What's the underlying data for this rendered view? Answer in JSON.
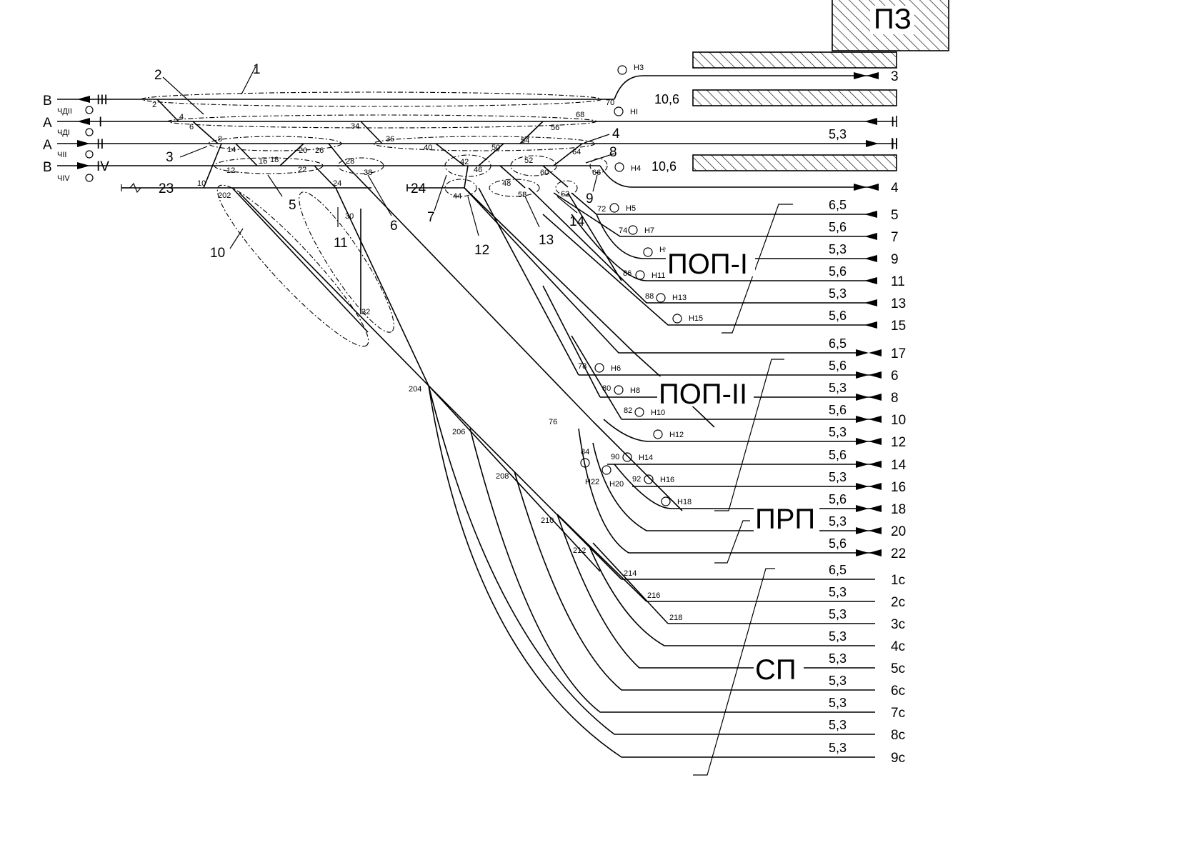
{
  "areas": {
    "pz": "ПЗ",
    "pop1": "ПОП-I",
    "pop2": "ПОП-II",
    "prp": "ПРП",
    "sp": "СП"
  },
  "directions": [
    "В",
    "А",
    "А",
    "В"
  ],
  "main_tracks": [
    "III",
    "I",
    "II",
    "IV"
  ],
  "entry_signals": [
    "ЧДII",
    "ЧДI",
    "ЧII",
    "ЧIV"
  ],
  "dead_end_tracks": [
    "23",
    "24"
  ],
  "zones": [
    "1",
    "2",
    "3",
    "4",
    "5",
    "6",
    "7",
    "8",
    "9",
    "10",
    "11",
    "12",
    "13",
    "14"
  ],
  "platform_lengths": [
    "10,6",
    "10,6"
  ],
  "switches": [
    "2",
    "4",
    "6",
    "8",
    "10",
    "12",
    "14",
    "16",
    "18",
    "20",
    "22",
    "24",
    "26",
    "28",
    "30",
    "32",
    "34",
    "36",
    "38",
    "40",
    "42",
    "44",
    "46",
    "48",
    "50",
    "52",
    "54",
    "56",
    "58",
    "60",
    "62",
    "64",
    "66",
    "68",
    "70",
    "72",
    "74",
    "76",
    "78",
    "80",
    "82",
    "84",
    "86",
    "88",
    "90",
    "92",
    "202",
    "204",
    "206",
    "208",
    "210",
    "212",
    "214",
    "216",
    "218"
  ],
  "signals": [
    "Н3",
    "НI",
    "Н4",
    "Н5",
    "Н7",
    "Н9",
    "Н11",
    "Н13",
    "Н15",
    "Н6",
    "Н8",
    "Н10",
    "Н12",
    "Н14",
    "Н16",
    "Н18",
    "Н20",
    "Н22"
  ],
  "tracks": [
    {
      "number": "3",
      "value": ""
    },
    {
      "number": "I",
      "value": ""
    },
    {
      "number": "II",
      "value": "5,3"
    },
    {
      "number": "4",
      "value": ""
    },
    {
      "number": "5",
      "value": "6,5"
    },
    {
      "number": "7",
      "value": "5,6"
    },
    {
      "number": "9",
      "value": "5,3"
    },
    {
      "number": "11",
      "value": "5,6"
    },
    {
      "number": "13",
      "value": "5,3"
    },
    {
      "number": "15",
      "value": "5,6"
    },
    {
      "number": "17",
      "value": "6,5"
    },
    {
      "number": "6",
      "value": "5,6"
    },
    {
      "number": "8",
      "value": "5,3"
    },
    {
      "number": "10",
      "value": "5,6"
    },
    {
      "number": "12",
      "value": "5,3"
    },
    {
      "number": "14",
      "value": "5,6"
    },
    {
      "number": "16",
      "value": "5,3"
    },
    {
      "number": "18",
      "value": "5,6"
    },
    {
      "number": "20",
      "value": "5,3"
    },
    {
      "number": "22",
      "value": "5,6"
    },
    {
      "number": "1с",
      "value": "6,5"
    },
    {
      "number": "2с",
      "value": "5,3"
    },
    {
      "number": "3с",
      "value": "5,3"
    },
    {
      "number": "4с",
      "value": "5,3"
    },
    {
      "number": "5с",
      "value": "5,3"
    },
    {
      "number": "6с",
      "value": "5,3"
    },
    {
      "number": "7с",
      "value": "5,3"
    },
    {
      "number": "8с",
      "value": "5,3"
    },
    {
      "number": "9с",
      "value": "5,3"
    }
  ]
}
